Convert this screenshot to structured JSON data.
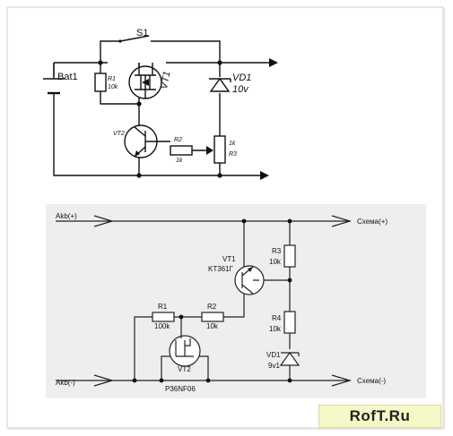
{
  "top_circuit": {
    "bat_label": "Bat1",
    "switch_label": "S1",
    "r1_name": "R1",
    "r1_value": "10k",
    "vt1_label": "VT1",
    "vd1_name": "VD1",
    "vd1_value": "10v",
    "vt2_label": "VT2",
    "r2_name": "R2",
    "r2_value": "1k",
    "r3_value": "1k",
    "r3_name": "R3"
  },
  "bottom_circuit": {
    "akb_plus": "Akb(+)",
    "akb_minus": "Akb(-)",
    "out_plus": "Схема(+)",
    "out_minus": "Схема(-)",
    "vt1_name": "VT1",
    "vt1_part": "KT361Г",
    "r3_name": "R3",
    "r3_value": "10k",
    "r4_name": "R4",
    "r4_value": "10k",
    "vd1_name": "VD1",
    "vd1_value": "9v1",
    "r1_name": "R1",
    "r1_value": "100k",
    "r2_name": "R2",
    "r2_value": "10k",
    "vt2_name": "VT2",
    "vt2_part": "P36NF06"
  },
  "watermark": "RofT.Ru"
}
